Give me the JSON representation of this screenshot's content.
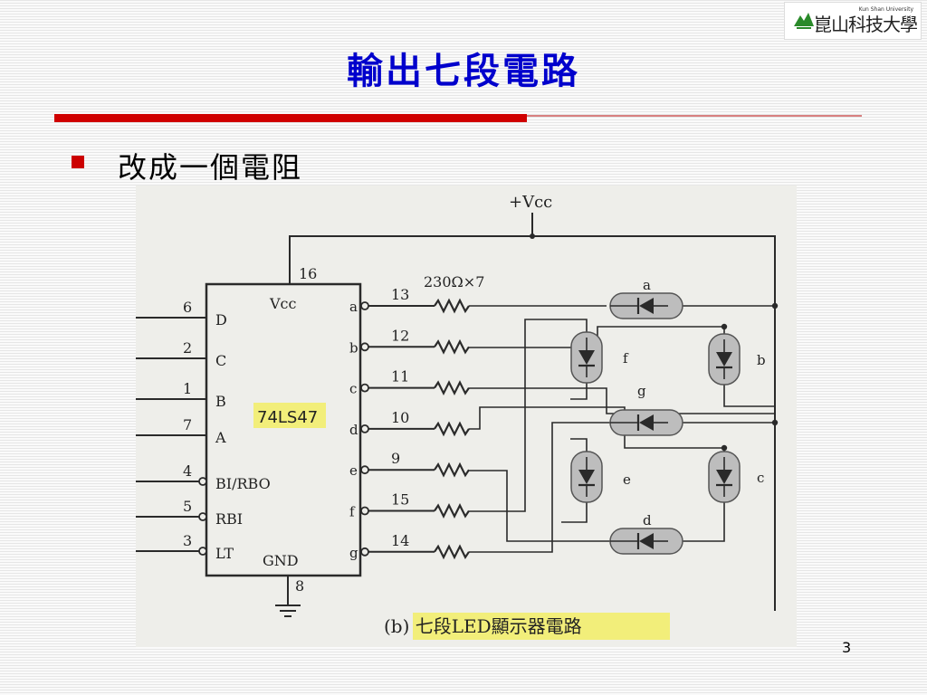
{
  "slide": {
    "title": "輸出七段電路",
    "bullet": "改成一個電阻",
    "page_number": "3"
  },
  "logo": {
    "university_en": "Kun Shan University",
    "university_zh": "崑山科技大學"
  },
  "figure": {
    "vcc_top": "+Vcc",
    "vcc_pin_label": "Vcc",
    "chip_label": "74LS47",
    "resistor_label": "230Ω×7",
    "ground_pin": "GND",
    "ground_pin_number": "8",
    "vcc_pin_number": "16",
    "caption": "(b) 七段LED顯示器電路",
    "inputs": [
      {
        "num": "6",
        "name": "D"
      },
      {
        "num": "2",
        "name": "C"
      },
      {
        "num": "1",
        "name": "B"
      },
      {
        "num": "7",
        "name": "A"
      },
      {
        "num": "4",
        "name": "BI/RBO"
      },
      {
        "num": "5",
        "name": "RBI"
      },
      {
        "num": "3",
        "name": "LT"
      }
    ],
    "outputs": [
      {
        "pin": "a",
        "num": "13"
      },
      {
        "pin": "b",
        "num": "12"
      },
      {
        "pin": "c",
        "num": "11"
      },
      {
        "pin": "d",
        "num": "10"
      },
      {
        "pin": "e",
        "num": "9"
      },
      {
        "pin": "f",
        "num": "15"
      },
      {
        "pin": "g",
        "num": "14"
      }
    ],
    "segments": [
      "a",
      "b",
      "c",
      "d",
      "e",
      "f",
      "g"
    ]
  },
  "colors": {
    "title": "#0000cc",
    "accent_red": "#d00000",
    "highlight": "#f2ee7a",
    "wire": "#2a2a2a",
    "led_body": "#bdbdbd"
  }
}
